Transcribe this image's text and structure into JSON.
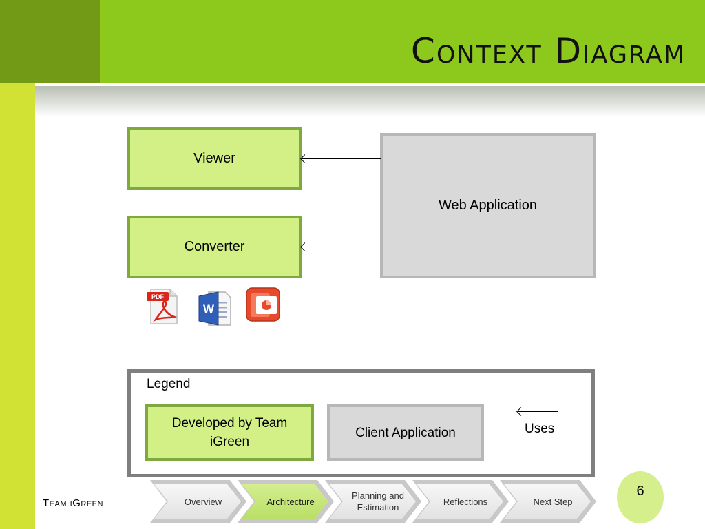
{
  "slide": {
    "title": "Context Diagram",
    "team": "Team iGreen",
    "page_number": "6"
  },
  "diagram": {
    "nodes": {
      "viewer": "Viewer",
      "converter": "Converter",
      "web_application": "Web Application"
    },
    "edges": [
      {
        "from": "web_application",
        "to": "viewer"
      },
      {
        "from": "web_application",
        "to": "converter"
      }
    ],
    "file_icons": [
      "pdf-icon",
      "word-icon",
      "powerpoint-icon"
    ]
  },
  "legend": {
    "title": "Legend",
    "developed_label": "Developed by Team iGreen",
    "client_label": "Client Application",
    "uses_label": "Uses"
  },
  "nav": {
    "steps": [
      "Overview",
      "Architecture",
      "Planning and Estimation",
      "Reflections",
      "Next Step"
    ],
    "active": "Architecture"
  },
  "colors": {
    "primary_green": "#8dc81c",
    "dark_green": "#739a17",
    "lime_strip": "#d2e234",
    "developed_fill": "#d3f087",
    "developed_border": "#7fa83f",
    "client_fill": "#d9d9d9",
    "client_border": "#b7b7b7"
  }
}
